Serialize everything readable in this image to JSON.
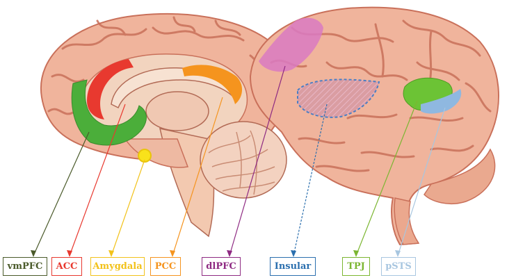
{
  "labels": [
    {
      "id": "vmpfc",
      "text": "vmPFC",
      "color": "#4a5a2a"
    },
    {
      "id": "acc",
      "text": "ACC",
      "color": "#e8392f"
    },
    {
      "id": "amygdala",
      "text": "Amygdala",
      "color": "#f2c21a"
    },
    {
      "id": "pcc",
      "text": "PCC",
      "color": "#f5941e"
    },
    {
      "id": "dlpfc",
      "text": "dlPFC",
      "color": "#8e2a82"
    },
    {
      "id": "insular",
      "text": "Insular",
      "color": "#2b6fae"
    },
    {
      "id": "tpj",
      "text": "TPJ",
      "color": "#7cb632"
    },
    {
      "id": "psts",
      "text": "pSTS",
      "color": "#a8c6e0"
    }
  ],
  "colors": {
    "brain_skin": "#f0b49c",
    "brain_fold": "#c9705a",
    "inner_beige": "#f2d4bf",
    "cerebellum": "#f3d2c0"
  }
}
